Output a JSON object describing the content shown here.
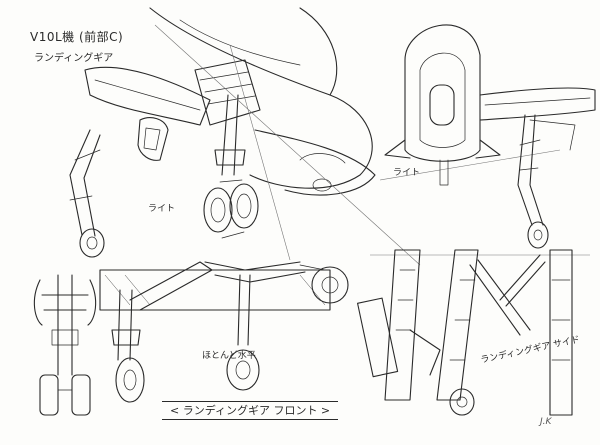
{
  "sheet": {
    "title": "V10L機 (前部C)",
    "subtitle": "ランディングギア",
    "label_light_left": "ライト",
    "label_light_right": "ライト",
    "label_extended": "ほとんど水平",
    "caption_front": "< ランディングギア フロント >",
    "caption_side": "ランディングギア サイド",
    "signature": "J.K"
  }
}
